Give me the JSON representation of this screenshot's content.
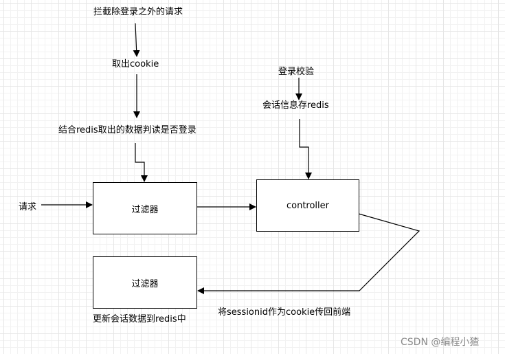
{
  "labels": {
    "intercept": "拦截除登录之外的请求",
    "take_cookie": "取出cookie",
    "combine_redis": "结合redis取出的数据判读是否登录",
    "login_check": "登录校验",
    "session_store": "会话信息存redis",
    "request": "请求",
    "update_session": "更新会话数据到redis中",
    "return_cookie": "将sessionid作为cookie传回前端"
  },
  "boxes": {
    "filter_top": "过滤器",
    "controller": "controller",
    "filter_bottom": "过滤器"
  },
  "watermark": "CSDN @编程小猹"
}
